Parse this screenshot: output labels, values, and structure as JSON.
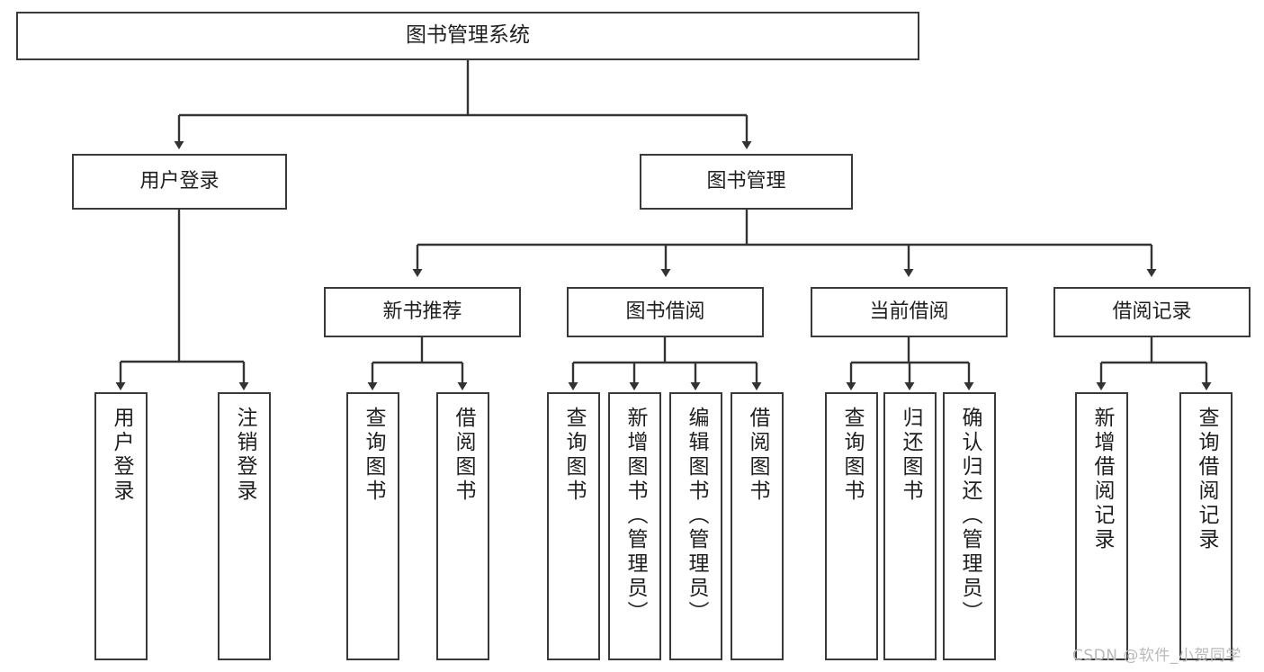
{
  "diagram": {
    "title": "图书管理系统",
    "type": "tree",
    "colors": {
      "box_border": "#3a3a3a",
      "box_fill": "#ffffff",
      "connector": "#333333",
      "text": "#1f1f1f",
      "watermark": "#b9b9b9"
    },
    "nodes": {
      "root": {
        "label": "图书管理系统",
        "level": 0
      },
      "user_login": {
        "label": "用户登录",
        "level": 1
      },
      "book_manage": {
        "label": "图书管理",
        "level": 1
      },
      "new_book_rec": {
        "label": "新书推荐",
        "level": 2
      },
      "book_borrow": {
        "label": "图书借阅",
        "level": 2
      },
      "current_borrow": {
        "label": "当前借阅",
        "level": 2
      },
      "borrow_record": {
        "label": "借阅记录",
        "level": 2
      },
      "leaf_user_login": {
        "label": "用户登录",
        "level": 3
      },
      "leaf_logout": {
        "label": "注销登录",
        "level": 3
      },
      "leaf_query_book_1": {
        "label": "查询图书",
        "level": 3
      },
      "leaf_borrow_book_1": {
        "label": "借阅图书",
        "level": 3
      },
      "leaf_query_book_2": {
        "label": "查询图书",
        "level": 3
      },
      "leaf_add_book": {
        "label": "新增图书（管理员）",
        "level": 3
      },
      "leaf_edit_book": {
        "label": "编辑图书（管理员）",
        "level": 3
      },
      "leaf_borrow_book_2": {
        "label": "借阅图书",
        "level": 3
      },
      "leaf_query_book_3": {
        "label": "查询图书",
        "level": 3
      },
      "leaf_return_book": {
        "label": "归还图书",
        "level": 3
      },
      "leaf_confirm_return": {
        "label": "确认归还（管理员）",
        "level": 3
      },
      "leaf_add_record": {
        "label": "新增借阅记录",
        "level": 3
      },
      "leaf_query_record": {
        "label": "查询借阅记录",
        "level": 3
      }
    },
    "edges": [
      {
        "from": "root",
        "to": "user_login"
      },
      {
        "from": "root",
        "to": "book_manage"
      },
      {
        "from": "user_login",
        "to": "leaf_user_login"
      },
      {
        "from": "user_login",
        "to": "leaf_logout"
      },
      {
        "from": "book_manage",
        "to": "new_book_rec"
      },
      {
        "from": "book_manage",
        "to": "book_borrow"
      },
      {
        "from": "book_manage",
        "to": "current_borrow"
      },
      {
        "from": "book_manage",
        "to": "borrow_record"
      },
      {
        "from": "new_book_rec",
        "to": "leaf_query_book_1"
      },
      {
        "from": "new_book_rec",
        "to": "leaf_borrow_book_1"
      },
      {
        "from": "book_borrow",
        "to": "leaf_query_book_2"
      },
      {
        "from": "book_borrow",
        "to": "leaf_add_book"
      },
      {
        "from": "book_borrow",
        "to": "leaf_edit_book"
      },
      {
        "from": "book_borrow",
        "to": "leaf_borrow_book_2"
      },
      {
        "from": "current_borrow",
        "to": "leaf_query_book_3"
      },
      {
        "from": "current_borrow",
        "to": "leaf_return_book"
      },
      {
        "from": "current_borrow",
        "to": "leaf_confirm_return"
      },
      {
        "from": "borrow_record",
        "to": "leaf_add_record"
      },
      {
        "from": "borrow_record",
        "to": "leaf_query_record"
      }
    ]
  },
  "watermark": {
    "text": "CSDN @软件_小贺同学"
  }
}
